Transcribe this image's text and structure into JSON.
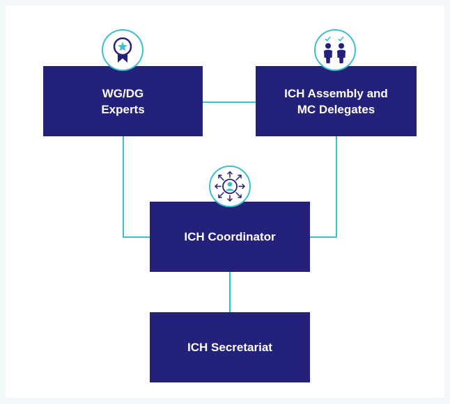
{
  "colors": {
    "box_fill": "#24217a",
    "connector": "#3bbfcf",
    "icon_accent": "#3bbfcf",
    "page_background": "#f2f7f9"
  },
  "nodes": {
    "experts": {
      "label": "WG/DG\nExperts",
      "icon": "award-ribbon-icon"
    },
    "assembly": {
      "label": "ICH Assembly and\nMC Delegates",
      "icon": "delegates-icon"
    },
    "coordinator": {
      "label": "ICH Coordinator",
      "icon": "coordinator-hub-icon"
    },
    "secretariat": {
      "label": "ICH Secretariat"
    }
  }
}
